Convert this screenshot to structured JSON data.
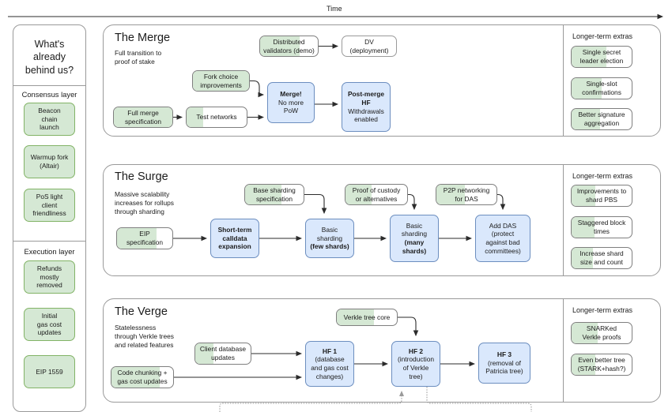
{
  "timeline": {
    "label": "Time"
  },
  "sidebar": {
    "title": "What's\nalready\nbehind us?",
    "title_line1": "What's",
    "title_line2": "already",
    "title_line3": "behind us?",
    "groups": [
      {
        "heading": "Consensus layer",
        "items": [
          {
            "label": "Beacon chain launch",
            "l1": "Beacon",
            "l2": "chain",
            "l3": "launch"
          },
          {
            "label": "Warmup fork (Altair)",
            "l1": "Warmup fork",
            "l2": "(Altair)",
            "l3": ""
          },
          {
            "label": "PoS light client friendliness",
            "l1": "PoS light",
            "l2": "client",
            "l3": "friendliness"
          }
        ]
      },
      {
        "heading": "Execution layer",
        "items": [
          {
            "label": "Refunds mostly removed",
            "l1": "Refunds",
            "l2": "mostly",
            "l3": "removed"
          },
          {
            "label": "Initial gas cost updates",
            "l1": "Initial",
            "l2": "gas cost",
            "l3": "updates"
          },
          {
            "label": "EIP 1559",
            "l1": "EIP 1559",
            "l2": "",
            "l3": ""
          }
        ]
      }
    ]
  },
  "extras_heading": "Longer-term extras",
  "sections": [
    {
      "id": "merge",
      "title": "The Merge",
      "subtitle_l1": "Full transition to",
      "subtitle_l2": "proof of stake",
      "nodes": {
        "distributed_validators": {
          "l1": "Distributed",
          "l2": "validators (demo)",
          "progress": 68
        },
        "dv_deployment": {
          "l1": "DV",
          "l2": "(deployment)"
        },
        "fork_choice": {
          "l1": "Fork choice",
          "l2": "improvements",
          "progress": 100
        },
        "full_merge_spec": {
          "l1": "Full merge",
          "l2": "specification",
          "progress": 100
        },
        "test_networks": {
          "l1": "Test networks",
          "l2": "",
          "progress": 27
        },
        "merge": {
          "l1": "Merge!",
          "l2": "No more",
          "l3": "PoW"
        },
        "post_merge_hf": {
          "l1": "Post-merge",
          "l2": "HF",
          "l3": "Withdrawals",
          "l4": "enabled"
        }
      },
      "extras": [
        {
          "l1": "Single secret",
          "l2": "leader election",
          "progress": 58
        },
        {
          "l1": "Single-slot",
          "l2": "confirmations",
          "progress": 50
        },
        {
          "l1": "Better signature",
          "l2": "aggregation",
          "progress": 47
        }
      ]
    },
    {
      "id": "surge",
      "title": "The Surge",
      "subtitle_l1": "Massive scalability",
      "subtitle_l2": "increases for rollups",
      "subtitle_l3": "through sharding",
      "nodes": {
        "base_sharding_spec": {
          "l1": "Base sharding",
          "l2": "specification",
          "progress": 62
        },
        "proof_of_custody": {
          "l1": "Proof of custody",
          "l2": "or alternatives",
          "progress": 42
        },
        "p2p_networking": {
          "l1": "P2P networking",
          "l2": "for DAS",
          "progress": 47
        },
        "eip_spec": {
          "l1": "EIP",
          "l2": "specification",
          "progress": 72
        },
        "short_term_calldata": {
          "l1": "Short-term",
          "l2": "calldata",
          "l3": "expansion"
        },
        "basic_sharding_few": {
          "l1": "Basic",
          "l2": "sharding",
          "l3": "(few shards)"
        },
        "basic_sharding_many": {
          "l1": "Basic",
          "l2": "sharding",
          "l3": "(many",
          "l4": "shards)"
        },
        "add_das": {
          "l1": "Add DAS",
          "l2": "(protect",
          "l3": "against bad",
          "l4": "committees)"
        }
      },
      "extras": [
        {
          "l1": "Improvements to",
          "l2": "shard PBS",
          "progress": 40
        },
        {
          "l1": "Staggered block",
          "l2": "times",
          "progress": 38
        },
        {
          "l1": "Increase shard",
          "l2": "size and count",
          "progress": 36
        }
      ]
    },
    {
      "id": "verge",
      "title": "The Verge",
      "subtitle_l1": "Statelessness",
      "subtitle_l2": "through Verkle trees",
      "subtitle_l3": "and related features",
      "nodes": {
        "verkle_tree_core": {
          "l1": "Verkle tree core",
          "l2": "",
          "progress": 62
        },
        "client_db_updates": {
          "l1": "Client database",
          "l2": "updates",
          "progress": 33
        },
        "code_chunking": {
          "l1": "Code chunking +",
          "l2": "gas cost updates",
          "progress": 78
        },
        "hf1": {
          "l1": "HF 1",
          "l2": "(database",
          "l3": "and gas cost",
          "l4": "changes)"
        },
        "hf2": {
          "l1": "HF 2",
          "l2": "(introduction",
          "l3": "of Verkle",
          "l4": "tree)"
        },
        "hf3": {
          "l1": "HF 3",
          "l2": "(removal of",
          "l3": "Patricia tree)"
        }
      },
      "extras": [
        {
          "l1": "SNARKed",
          "l2": "Verkle proofs",
          "progress": 44
        },
        {
          "l1": "Even better tree",
          "l2": "(STARK+hash?)",
          "progress": 40
        }
      ]
    }
  ],
  "colors": {
    "green_fill": "#d5e8d4",
    "green_stroke": "#82b366",
    "blue_fill": "#dae8fc",
    "blue_stroke": "#6c8ebf",
    "outline": "#9a9a9a",
    "text": "#1b1b1b",
    "arrow": "#2b2b2b"
  }
}
